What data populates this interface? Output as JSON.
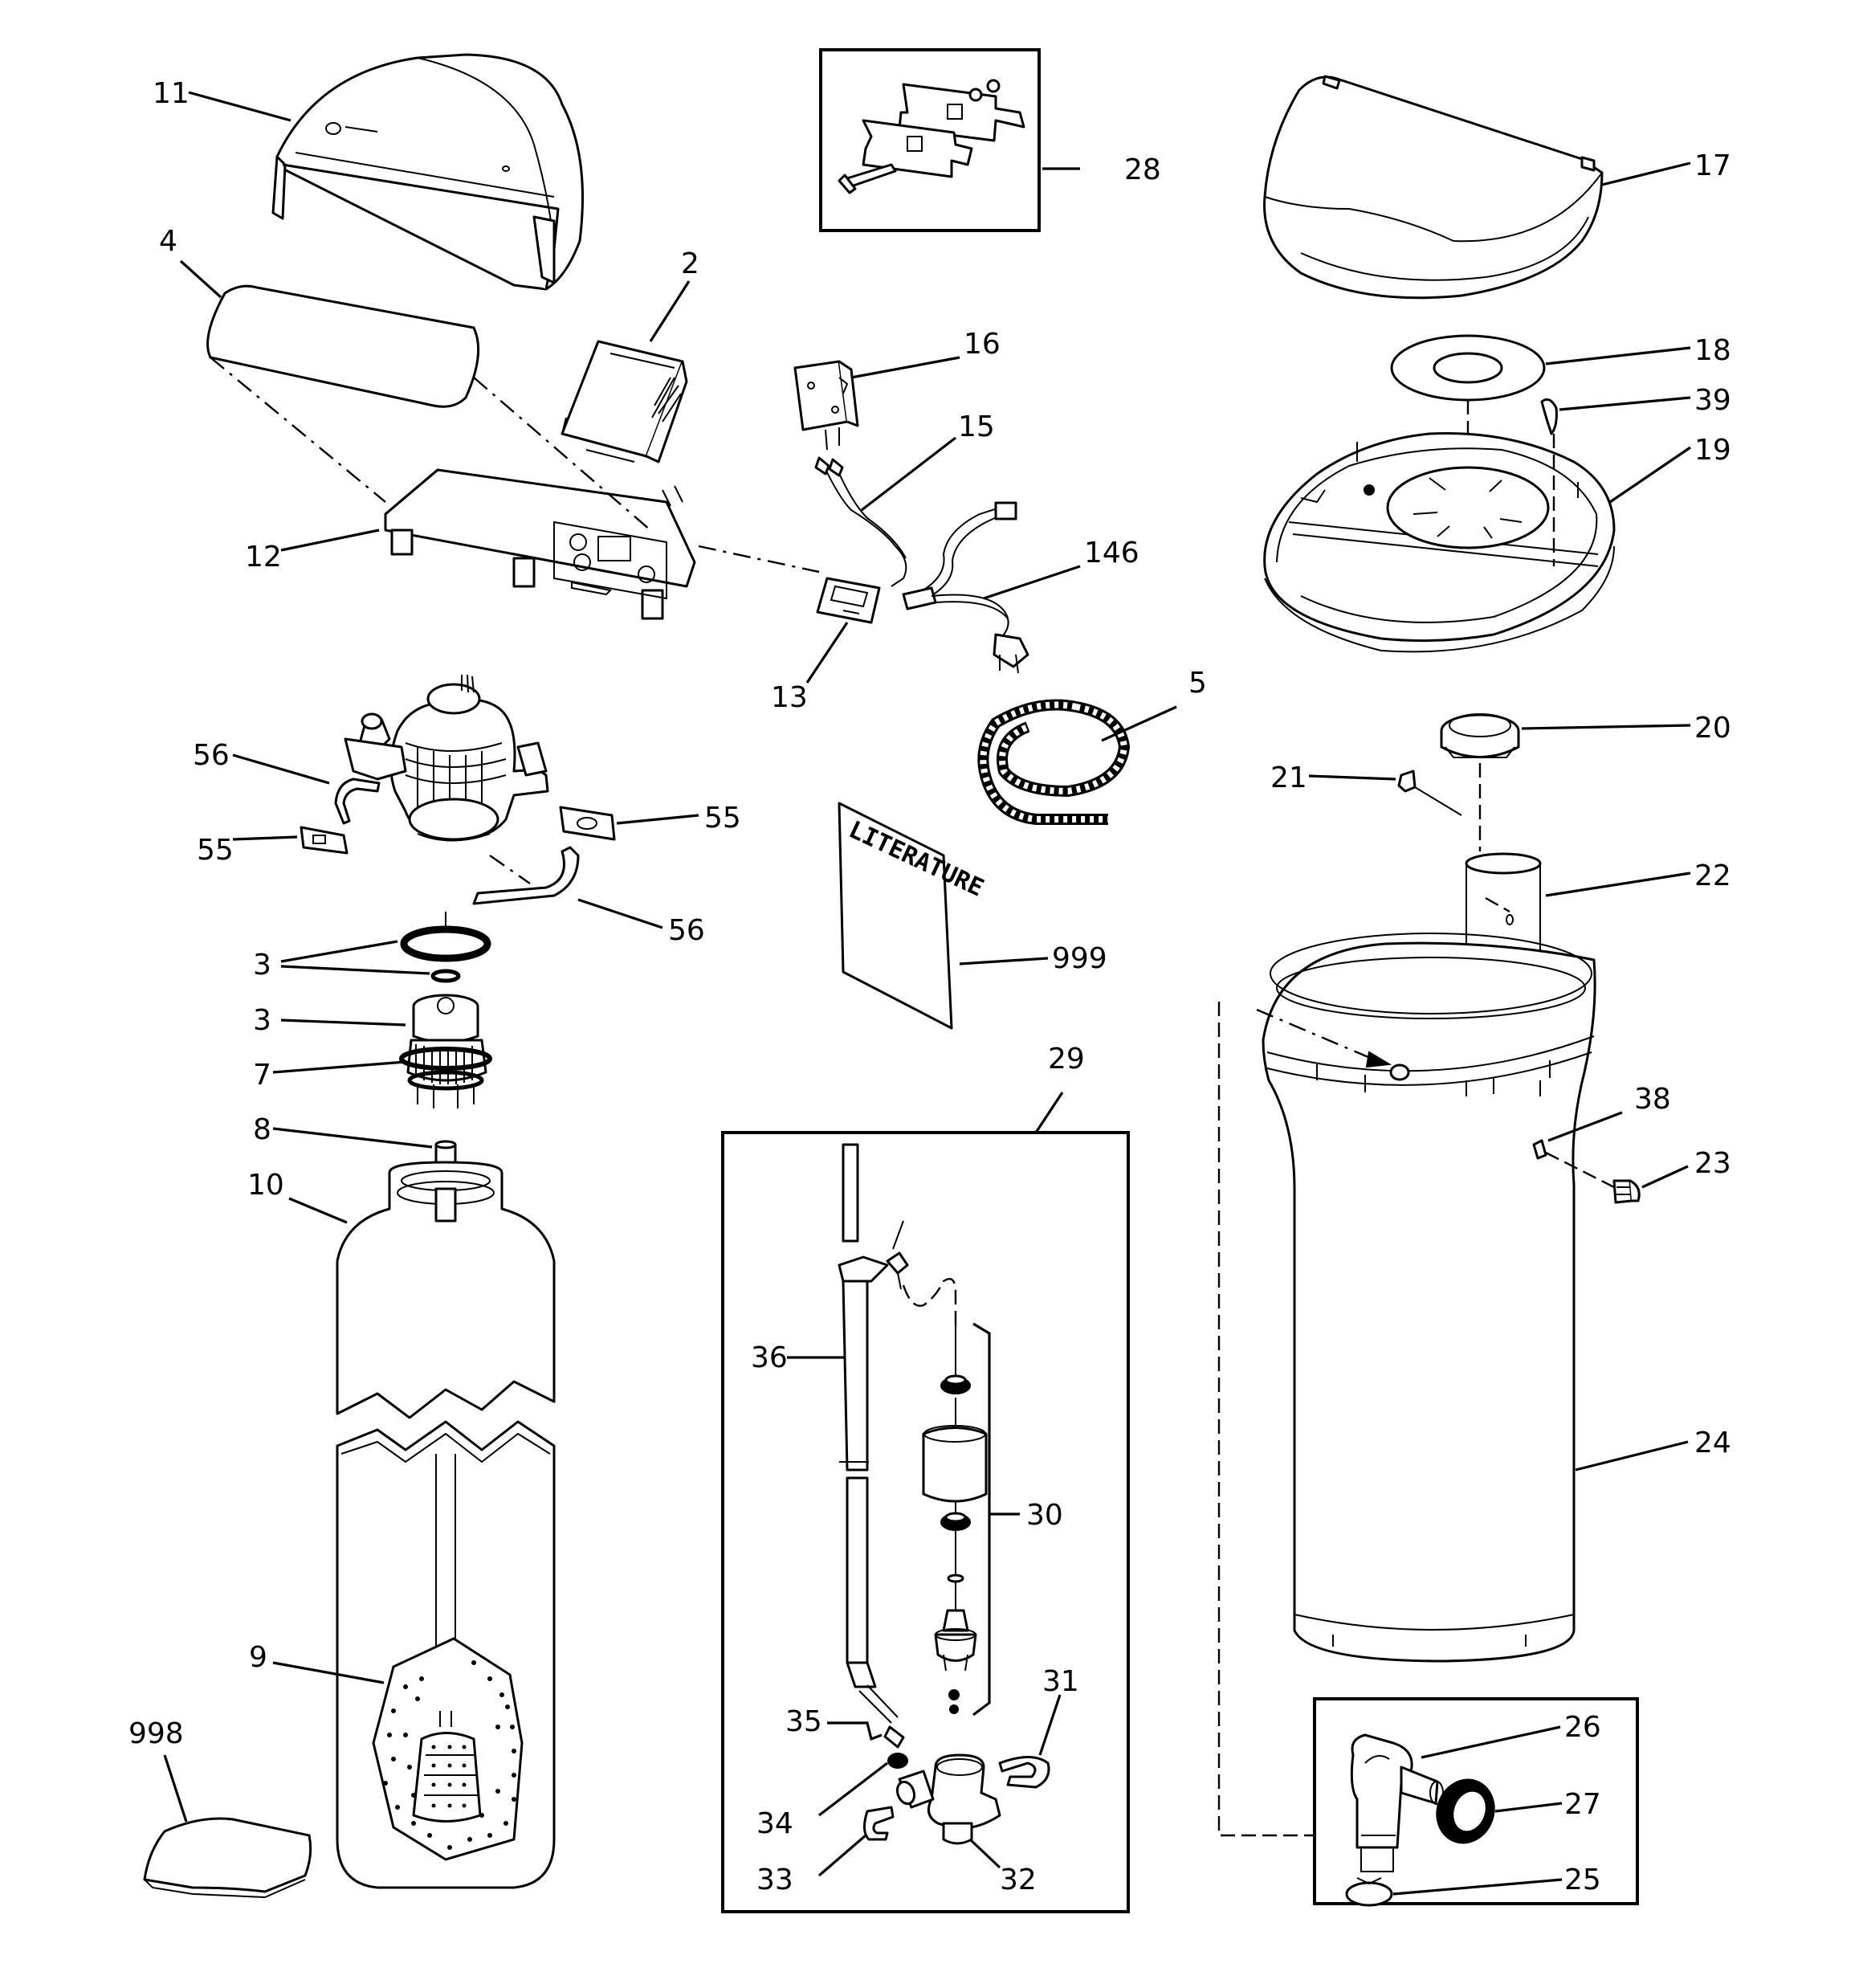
{
  "callouts": {
    "c11": "11",
    "c4": "4",
    "c2": "2",
    "c12": "12",
    "c28": "28",
    "c16": "16",
    "c15": "15",
    "c146": "146",
    "c13": "13",
    "c17": "17",
    "c18": "18",
    "c39": "39",
    "c19": "19",
    "c5": "5",
    "c20": "20",
    "c21": "21",
    "c22": "22",
    "c56a": "56",
    "c55a": "55",
    "c55b": "55",
    "c56b": "56",
    "c3a": "3",
    "c3b": "3",
    "c7": "7",
    "c8": "8",
    "c10": "10",
    "c999": "999",
    "c29": "29",
    "c38": "38",
    "c23": "23",
    "c36": "36",
    "c30": "30",
    "c24": "24",
    "c9": "9",
    "c998": "998",
    "c31": "31",
    "c35": "35",
    "c26": "26",
    "c34": "34",
    "c27": "27",
    "c33": "33",
    "c32": "32",
    "c25": "25"
  },
  "literature": {
    "line1": "LITERATURE"
  },
  "icons": {
    "top-cover": "shell-cover-icon",
    "salt-lid": "dome-lid-icon",
    "valve": "control-valve-icon",
    "resin-tank": "tank-icon",
    "brine-tank": "cylinder-icon"
  }
}
